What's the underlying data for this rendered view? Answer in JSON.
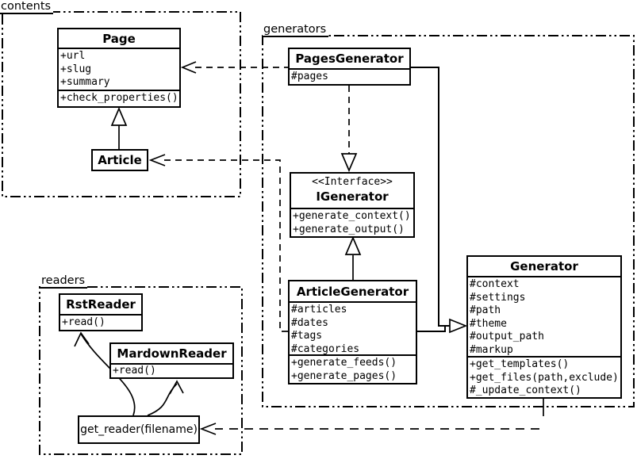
{
  "packages": {
    "contents": {
      "label": "contents"
    },
    "generators": {
      "label": "generators"
    },
    "readers": {
      "label": "readers"
    }
  },
  "classes": {
    "page": {
      "name": "Page",
      "attributes": [
        "+url",
        "+slug",
        "+summary"
      ],
      "methods": [
        "+check_properties()"
      ]
    },
    "article": {
      "name": "Article"
    },
    "pages_generator": {
      "name": "PagesGenerator",
      "attributes": [
        "#pages"
      ]
    },
    "igenerator": {
      "stereotype": "<<Interface>>",
      "name": "IGenerator",
      "methods": [
        "+generate_context()",
        "+generate_output()"
      ]
    },
    "article_generator": {
      "name": "ArticleGenerator",
      "attributes": [
        "#articles",
        "#dates",
        "#tags",
        "#categories"
      ],
      "methods": [
        "+generate_feeds()",
        "+generate_pages()"
      ]
    },
    "generator": {
      "name": "Generator",
      "attributes": [
        "#context",
        "#settings",
        "#path",
        "#theme",
        "#output_path",
        "#markup"
      ],
      "methods": [
        "+get_templates()",
        "+get_files(path,exclude)",
        "#_update_context()"
      ]
    },
    "rst_reader": {
      "name": "RstReader",
      "methods": [
        "+read()"
      ]
    },
    "mardown_reader": {
      "name": "MardownReader",
      "methods": [
        "+read()"
      ]
    },
    "get_reader": {
      "name": "get_reader(filename)"
    }
  },
  "relationships": [
    {
      "from": "Article",
      "to": "Page",
      "type": "generalization"
    },
    {
      "from": "PagesGenerator",
      "to": "Page",
      "type": "dependency"
    },
    {
      "from": "ArticleGenerator",
      "to": "Article",
      "type": "dependency"
    },
    {
      "from": "PagesGenerator",
      "to": "IGenerator",
      "type": "realization"
    },
    {
      "from": "ArticleGenerator",
      "to": "IGenerator",
      "type": "generalization"
    },
    {
      "from": "PagesGenerator",
      "to": "Generator",
      "type": "generalization"
    },
    {
      "from": "ArticleGenerator",
      "to": "Generator",
      "type": "generalization"
    },
    {
      "from": "Generator",
      "to": "get_reader(filename)",
      "type": "dependency"
    },
    {
      "from": "get_reader(filename)",
      "to": "RstReader",
      "type": "arrow"
    },
    {
      "from": "get_reader(filename)",
      "to": "MardownReader",
      "type": "arrow"
    }
  ],
  "colors": {
    "line": "#000000",
    "background": "#ffffff"
  }
}
